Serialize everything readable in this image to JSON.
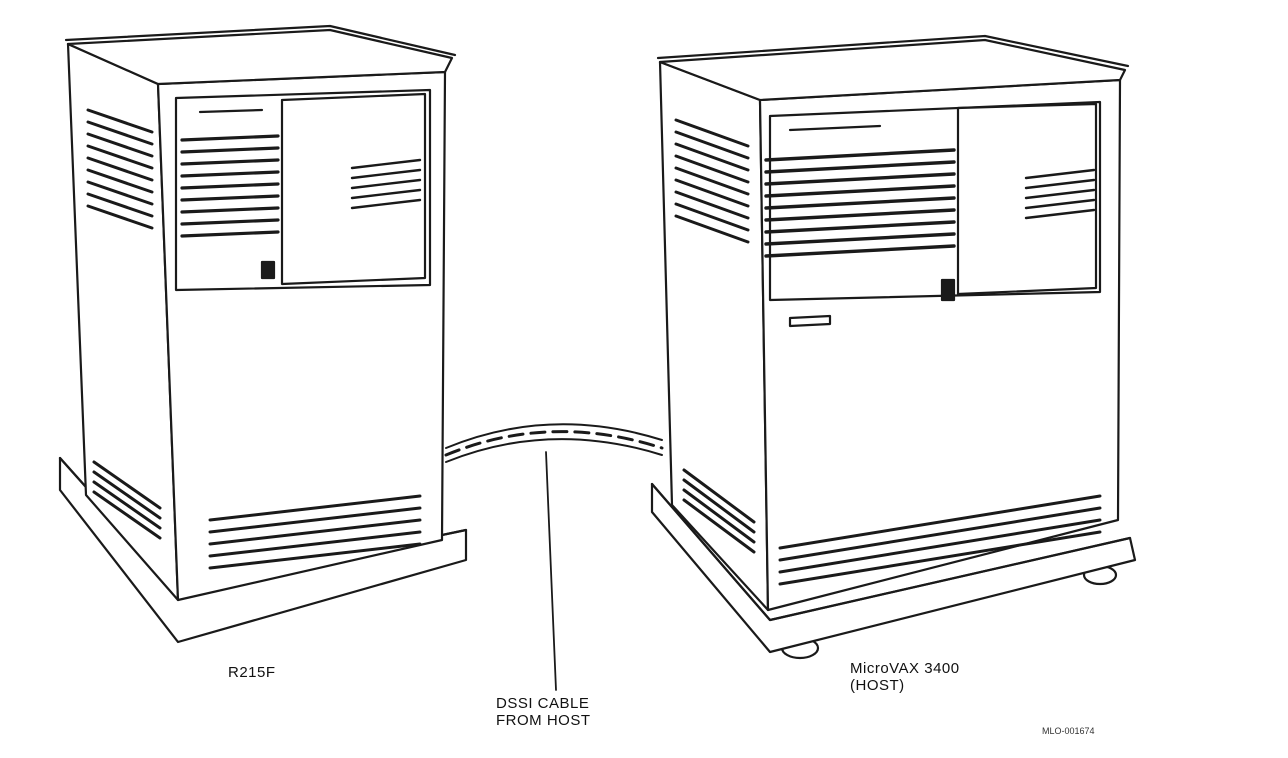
{
  "figure": {
    "left_unit_label": "R215F",
    "host_label_line1": "MicroVAX 3400",
    "host_label_line2": "(HOST)",
    "cable_label_line1": "DSSI CABLE",
    "cable_label_line2": "FROM HOST",
    "figure_code": "MLO-001674"
  }
}
